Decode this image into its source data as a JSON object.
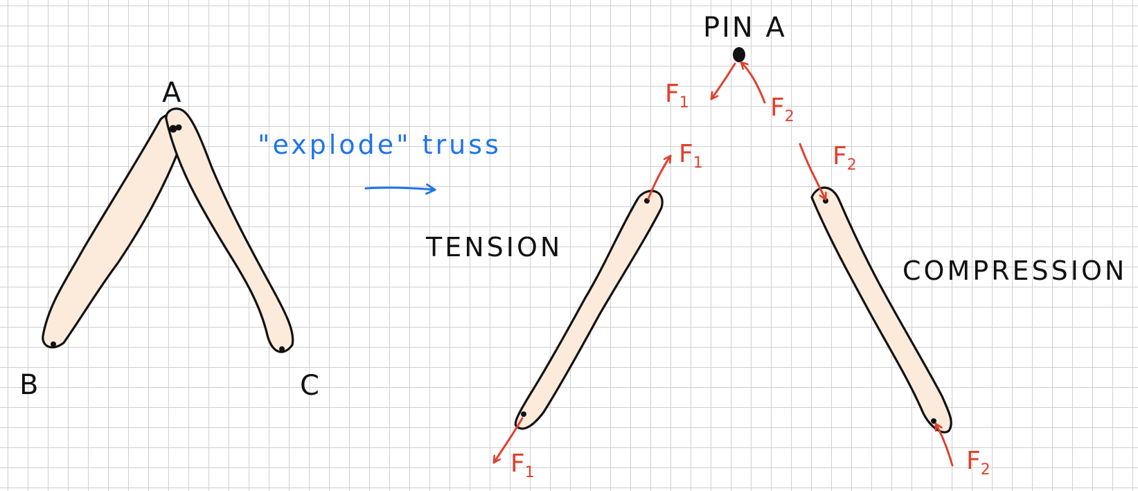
{
  "colors": {
    "member_fill": "#fcebdb",
    "outline": "#111111",
    "force_arrow": "#e0402e",
    "note_blue": "#1f74e8",
    "grid": "#cfcfcf"
  },
  "labels": {
    "joint_a": "A",
    "joint_b": "B",
    "joint_c": "C",
    "pin_title": "PIN A",
    "note": "\"explode\" truss",
    "tension": "TENSION",
    "compression": "COMPRESSION"
  },
  "forces": {
    "f1": {
      "base": "F",
      "sub": "1"
    },
    "f2": {
      "base": "F",
      "sub": "2"
    }
  }
}
